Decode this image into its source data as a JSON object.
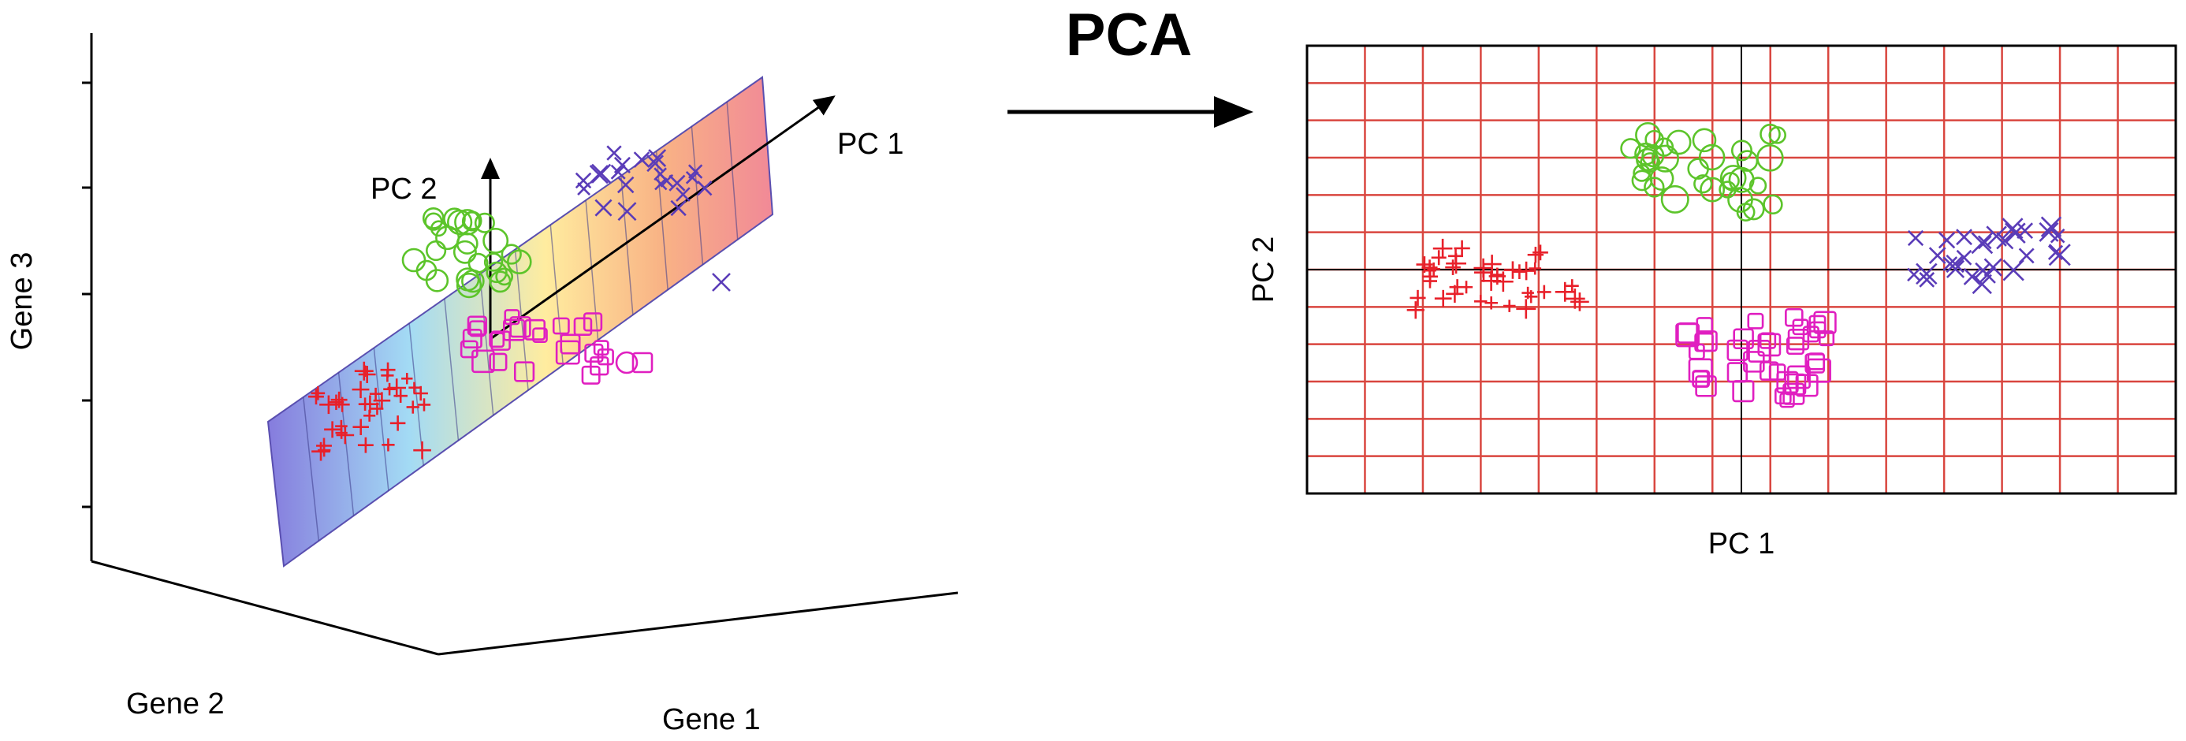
{
  "left_panel": {
    "axis_labels": {
      "gene3": "Gene 3",
      "gene2": "Gene 2",
      "gene1": "Gene 1",
      "pc1": "PC 1",
      "pc2": "PC 2"
    },
    "plane_gradient": [
      "#6b5fd6",
      "#8fd3f2",
      "#ffe88a",
      "#f7a26a",
      "#ee6f80"
    ]
  },
  "transform": {
    "label": "PCA",
    "arrow_icon": "right-arrow-icon"
  },
  "right_panel": {
    "xlabel": "PC 1",
    "ylabel": "PC 2",
    "grid_color": "#d9463f",
    "grid": {
      "cols": 15,
      "rows": 12
    }
  },
  "clusters": [
    {
      "name": "red",
      "marker": "plus",
      "color": "#e8202a"
    },
    {
      "name": "green",
      "marker": "circle",
      "color": "#5cc42a"
    },
    {
      "name": "magenta",
      "marker": "square",
      "color": "#e01fc0"
    },
    {
      "name": "purple",
      "marker": "cross",
      "color": "#5a3cb8"
    }
  ]
}
